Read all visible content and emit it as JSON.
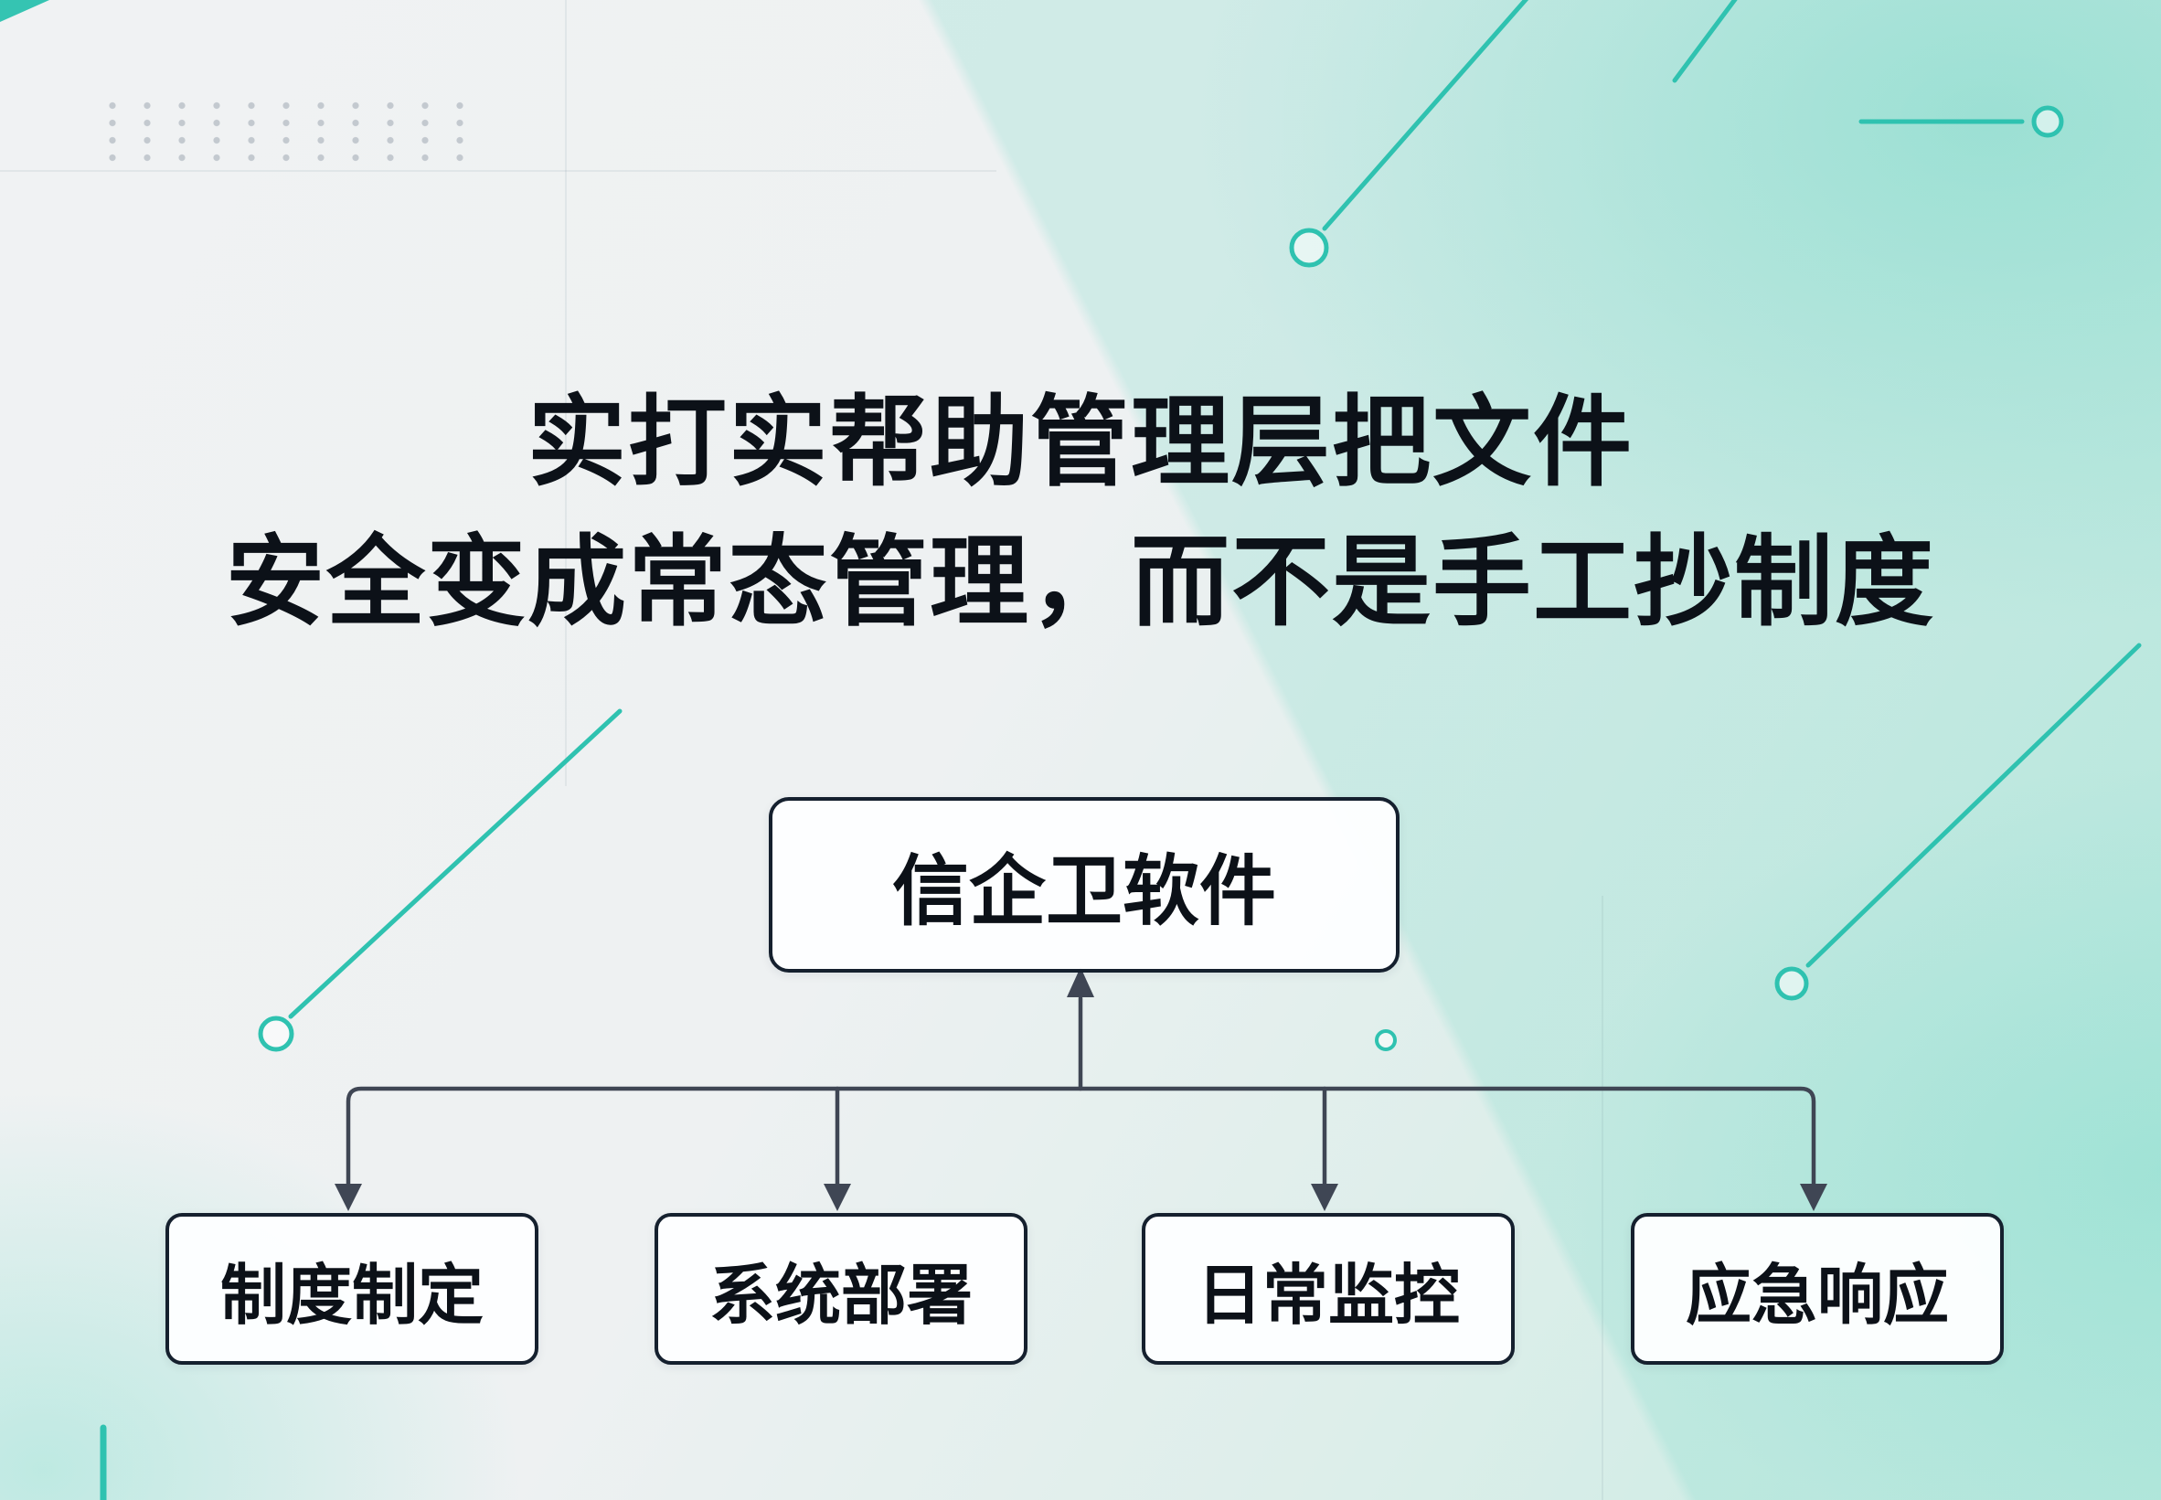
{
  "title": {
    "line1": "实打实帮助管理层把文件",
    "line2": "安全变成常态管理，而不是手工抄制度"
  },
  "diagram": {
    "root": {
      "label": "信企卫软件"
    },
    "children": [
      {
        "label": "制度制定"
      },
      {
        "label": "系统部署"
      },
      {
        "label": "日常监控"
      },
      {
        "label": "应急响应"
      }
    ]
  },
  "colors": {
    "accent_teal": "#2fc2b0",
    "connector_gray": "#3f4654",
    "node_border": "#15202e",
    "text": "#0c1118",
    "background_mint": "#c6ebe2",
    "background_gray": "#f0f2f3"
  }
}
